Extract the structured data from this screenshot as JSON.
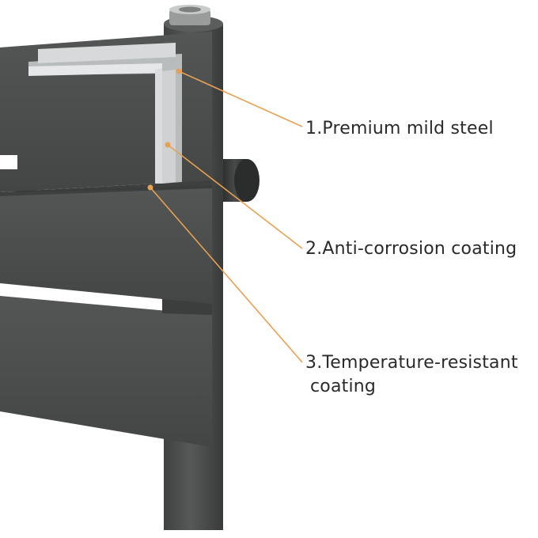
{
  "callouts": [
    {
      "number": "1.",
      "text": "Premium mild steel"
    },
    {
      "number": "2.",
      "text": "Anti-corrosion coating"
    },
    {
      "number": "3.",
      "text": "Temperature-resistant",
      "text_cont": "coating"
    }
  ],
  "colors": {
    "background": "#ffffff",
    "steel_body": "#4a4d4b",
    "steel_dark": "#3a3c3b",
    "steel_edge": "#5c5f5d",
    "layer_light": "#b9bcbd",
    "layer_mid": "#d7d9da",
    "leader_line": "#e8a052",
    "text": "#2a2a2a"
  }
}
